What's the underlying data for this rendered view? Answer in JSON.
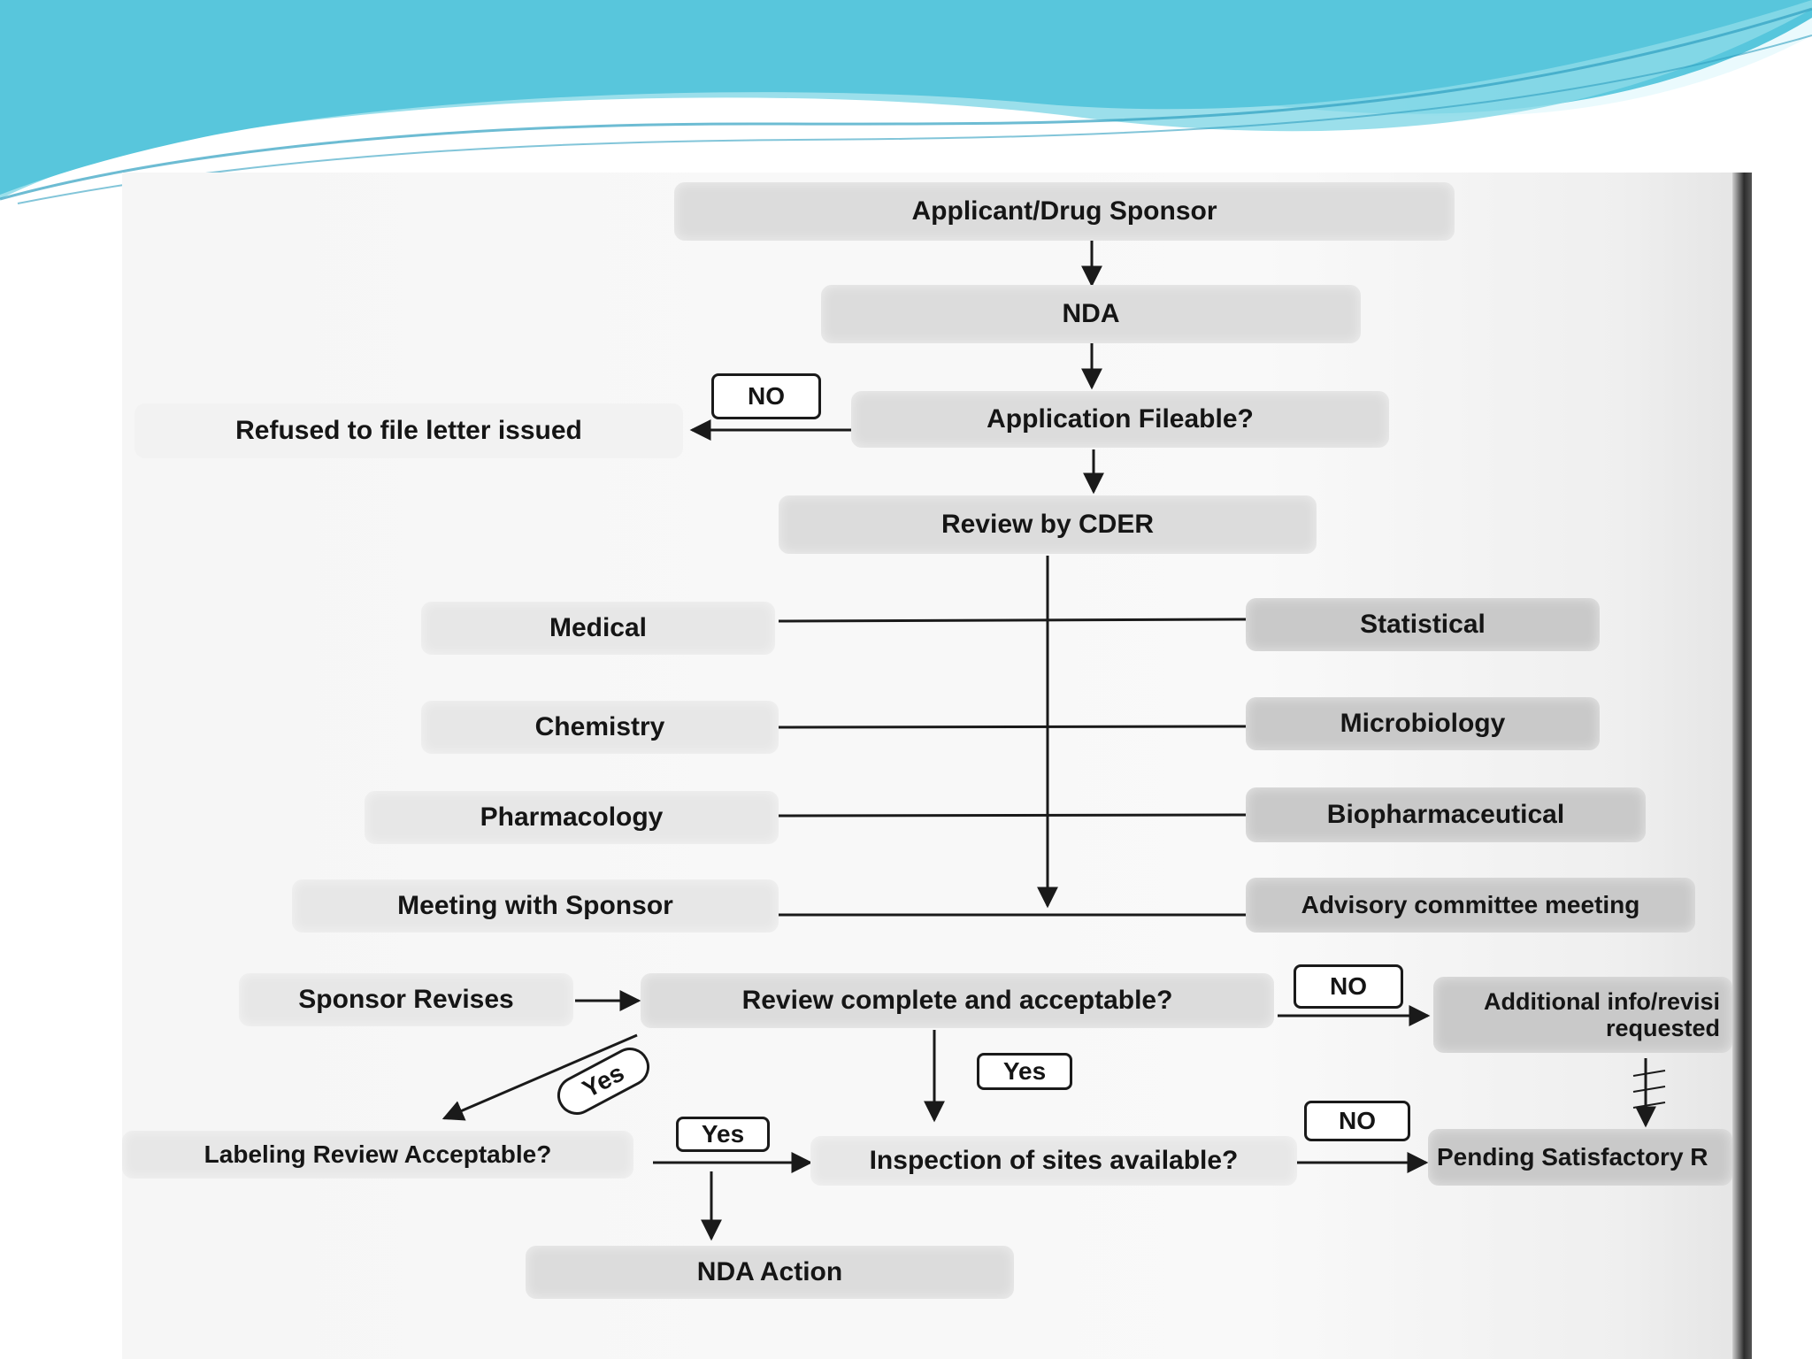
{
  "steps": {
    "sponsor": "Applicant/Drug Sponsor",
    "nda": "NDA",
    "fileable": "Application Fileable?",
    "refused": "Refused to file letter issued",
    "review_cder": "Review by CDER",
    "sponsor_revises": "Sponsor Revises",
    "review_complete": "Review complete and acceptable?",
    "additional_info_line1": "Additional info/revisi",
    "additional_info_line2": "requested",
    "labeling": "Labeling Review Acceptable?",
    "inspection": "Inspection of sites available?",
    "pending": "Pending Satisfactory R",
    "nda_action": "NDA Action"
  },
  "review_disciplines": {
    "left": [
      "Medical",
      "Chemistry",
      "Pharmacology",
      "Meeting with Sponsor"
    ],
    "right": [
      "Statistical",
      "Microbiology",
      "Biopharmaceutical",
      "Advisory committee meeting"
    ]
  },
  "decisions": {
    "no_fileable": "NO",
    "no_review": "NO",
    "yes_labeling": "Yes",
    "yes_review": "Yes",
    "yes_inspection": "Yes",
    "no_inspection": "NO"
  },
  "colors": {
    "banner_light": "#bfeaf3",
    "banner_main": "#5fc8dc",
    "node_fill": "#dcdcdc",
    "line": "#1a1a1a"
  }
}
